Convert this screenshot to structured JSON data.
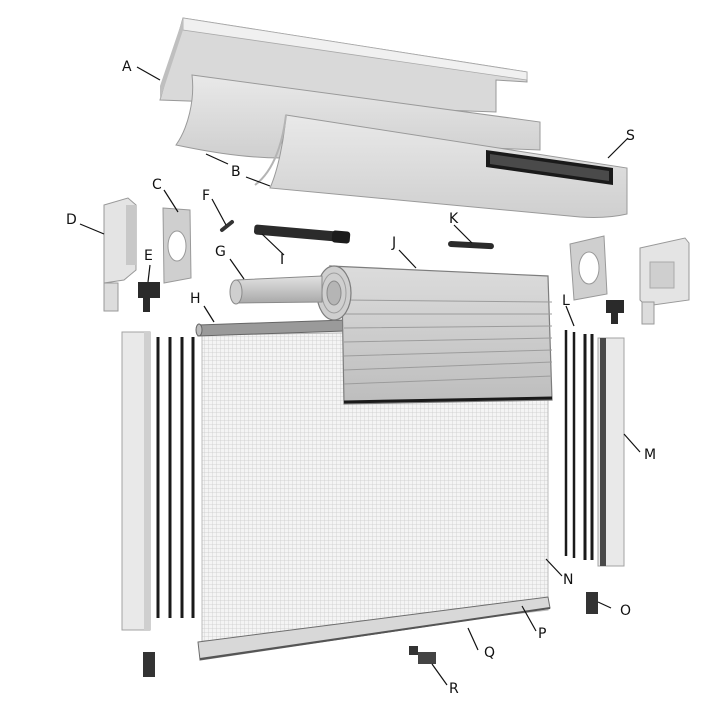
{
  "labels": {
    "A": "A",
    "B": "B",
    "C": "C",
    "D": "D",
    "E": "E",
    "F": "F",
    "G": "G",
    "H": "H",
    "I": "I",
    "J": "J",
    "K": "K",
    "L": "L",
    "M": "M",
    "N": "N",
    "O": "O",
    "P": "P",
    "Q": "Q",
    "R": "R",
    "S": "S"
  },
  "colors": {
    "line": "#111111",
    "part_light": "#e6e6e6",
    "part_mid": "#c8c8c8",
    "part_dark": "#8a8a8a",
    "mesh": "#f1f1f1",
    "black": "#1a1a1a"
  }
}
